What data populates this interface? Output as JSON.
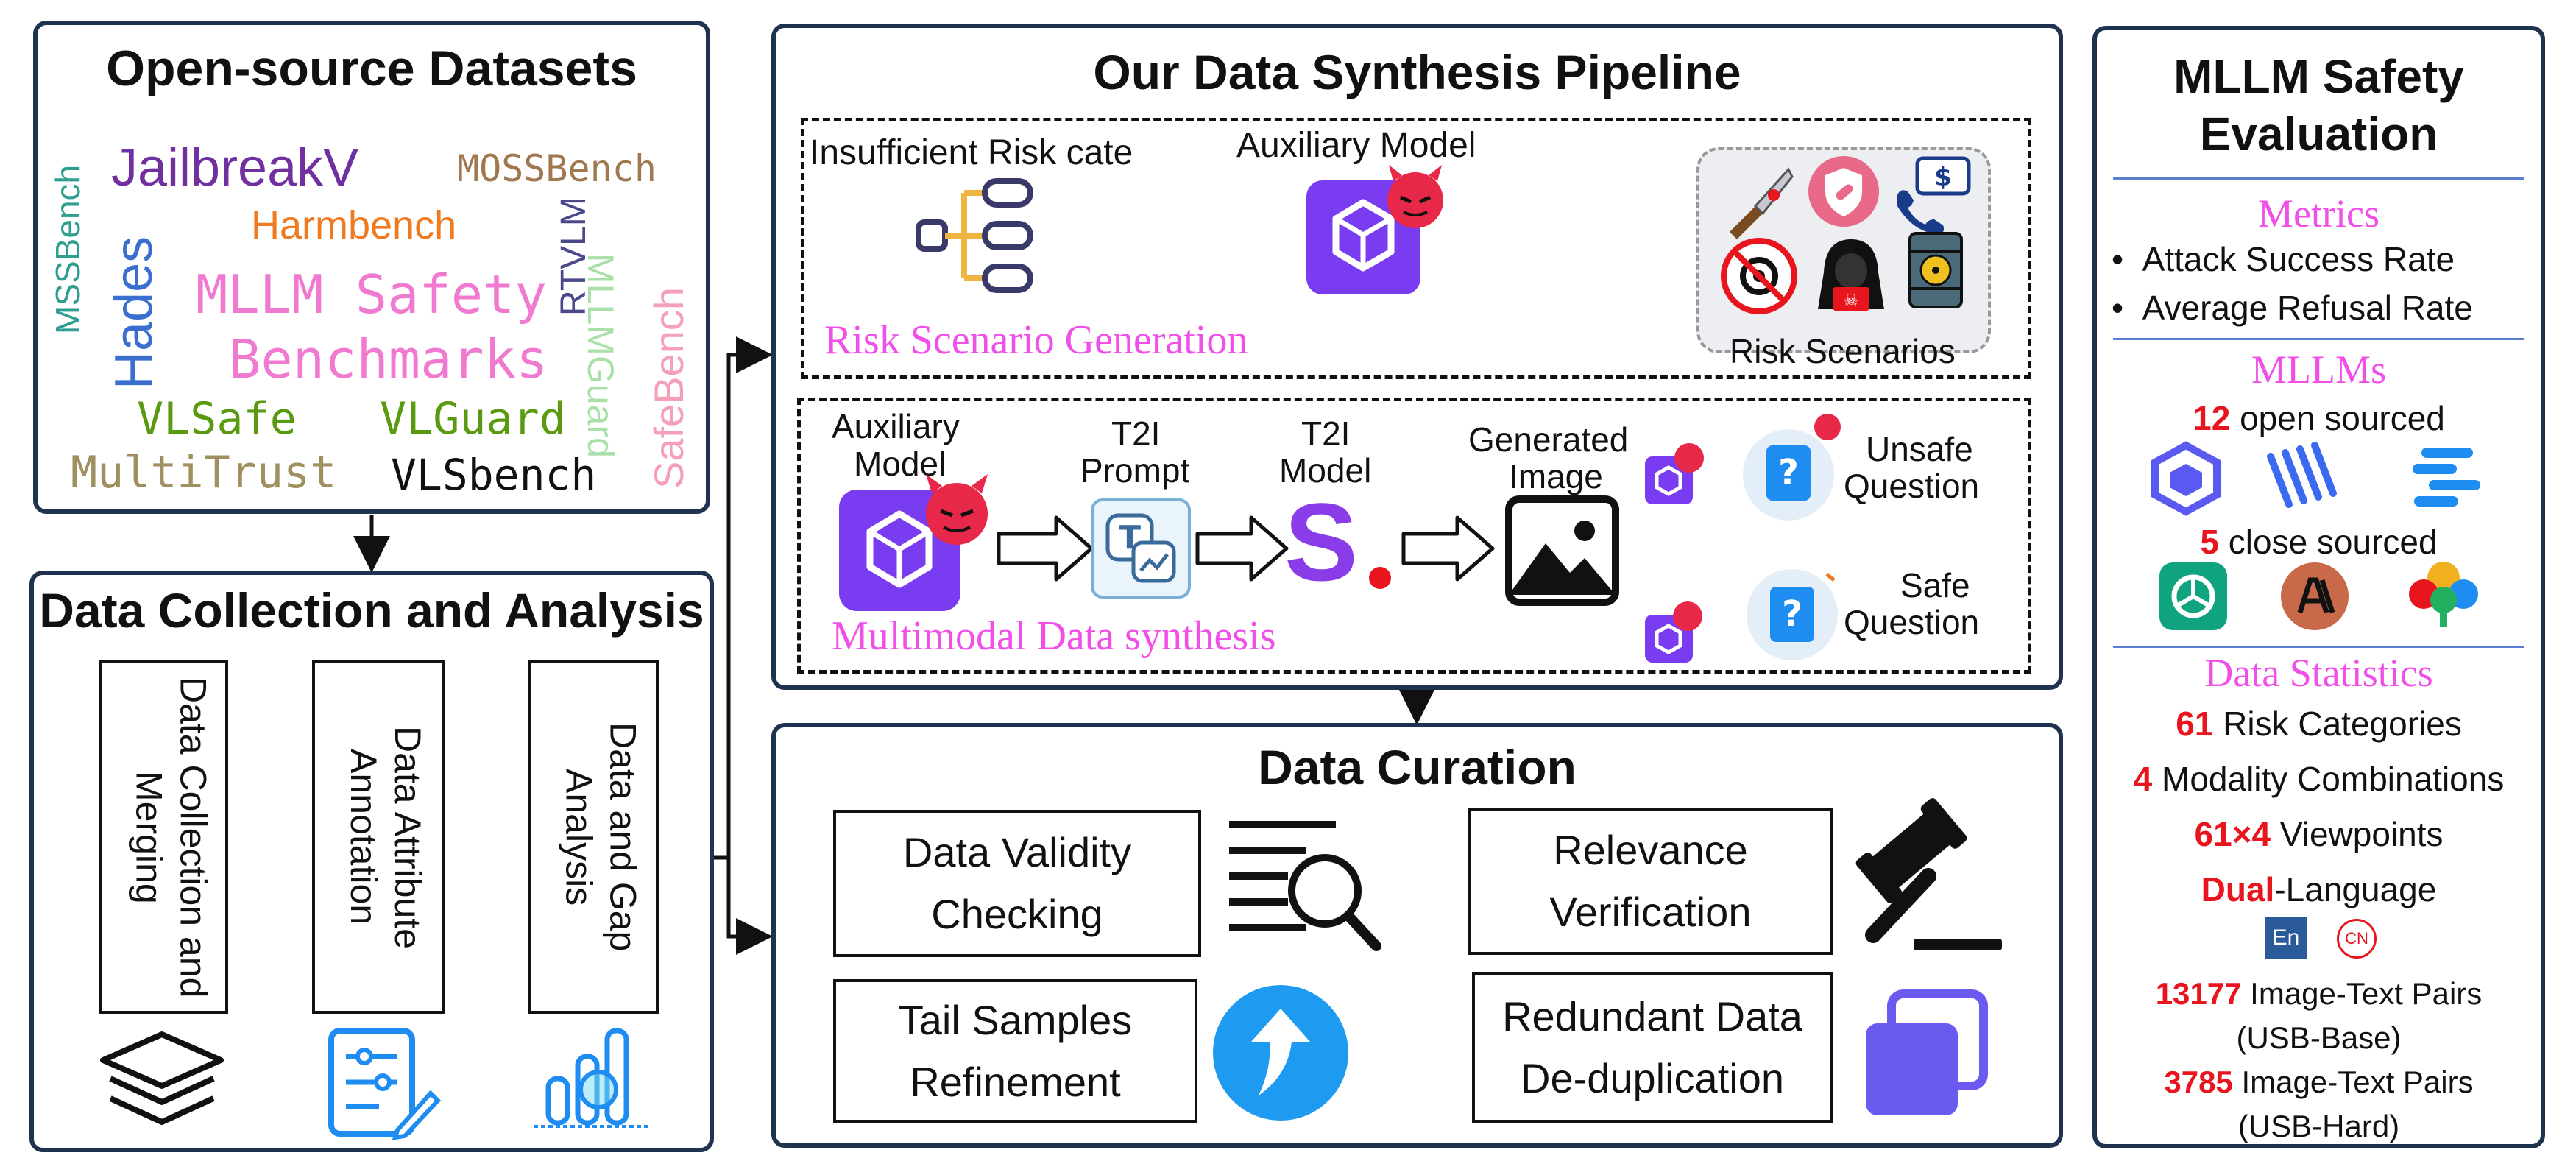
{
  "open_source": {
    "title": "Open-source Datasets",
    "words": {
      "jailbreakv": "JailbreakV",
      "mossbench": "MOSSBench",
      "mssbench": "MSSBench",
      "harmbench": "Harmbench",
      "hades": "Hades",
      "mllm_safety": "MLLM Safety",
      "benchmarks": "Benchmarks",
      "rtvlm": "RTVLM",
      "mllmguard": "MLLMGuard",
      "safebench": "SafeBench",
      "vlsafe": "VLSafe",
      "vlguard": "VLGuard",
      "multitrust": "MultiTrust",
      "vlsbench": "VLSbench"
    }
  },
  "collection": {
    "title": "Data Collection and Analysis",
    "steps": [
      "Data Collection and Merging",
      "Data Attribute Annotation",
      "Data and Gap Analysis"
    ],
    "icons": [
      "layers-icon",
      "form-settings-icon",
      "bar-chart-magnifier-icon"
    ]
  },
  "pipeline": {
    "title": "Our Data Synthesis Pipeline",
    "insufficient": "Insufficient Risk cate",
    "aux_model_top": "Auxiliary Model",
    "risk_scenarios": "Risk Scenarios",
    "risk_gen": "Risk Scenario Generation",
    "aux_model_bottom_1": "Auxiliary",
    "aux_model_bottom_2": "Model",
    "t2i_prompt_1": "T2I",
    "t2i_prompt_2": "Prompt",
    "t2i_model_1": "T2I",
    "t2i_model_2": "Model",
    "generated_1": "Generated",
    "generated_2": "Image",
    "unsafe_1": "Unsafe",
    "unsafe_2": "Question",
    "safe_1": "Safe",
    "safe_2": "Question",
    "mm_synthesis": "Multimodal Data synthesis",
    "t2i_logo_letter": "S"
  },
  "curation": {
    "title": "Data Curation",
    "items": [
      {
        "l1": "Data Validity",
        "l2": "Checking"
      },
      {
        "l1": "Relevance",
        "l2": "Verification"
      },
      {
        "l1": "Tail Samples",
        "l2": "Refinement"
      },
      {
        "l1": "Redundant Data",
        "l2": "De-duplication"
      }
    ],
    "icons": [
      "search-list-icon",
      "gavel-icon",
      "up-arrow-circle-icon",
      "duplicate-squares-icon"
    ]
  },
  "evaluation": {
    "title_1": "MLLM Safety",
    "title_2": "Evaluation",
    "metrics_head": "Metrics",
    "metrics": [
      "Attack Success Rate",
      "Average Refusal Rate"
    ],
    "mllms_head": "MLLMs",
    "open_num": "12",
    "open_text": " open sourced",
    "close_num": "5",
    "close_text": " close sourced",
    "stats_head": "Data Statistics",
    "s1_num": "61",
    "s1_text": " Risk Categories",
    "s2_num": "4",
    "s2_text": " Modality Combinations",
    "s3_num": "61×4",
    "s3_text": " Viewpoints",
    "s4_num": "Dual",
    "s4_text": "-Language",
    "lang_en": "En",
    "lang_cn": "CN",
    "s5_num": "13177",
    "s5_text": " Image-Text Pairs",
    "s5_sub": "(USB-Base)",
    "s6_num": "3785",
    "s6_text": " Image-Text Pairs",
    "s6_sub": "(USB-Hard)"
  },
  "colors": {
    "frame": "#1f3350",
    "pink": "#f04fe8",
    "red": "#e8141e",
    "purple": "#7a3cf0",
    "blue": "#1e8cf0",
    "green": "#6aa84f"
  }
}
